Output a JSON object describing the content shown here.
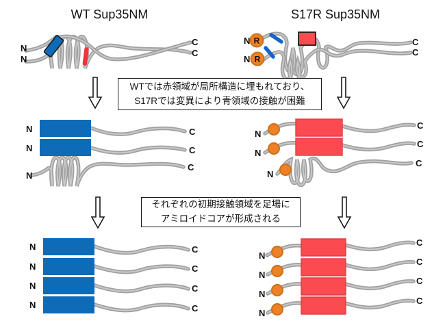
{
  "titles": {
    "left": "WT Sup35NM",
    "right": "S17R Sup35NM"
  },
  "labels": {
    "n_terminus": "N",
    "c_terminus": "C",
    "mutation": "R"
  },
  "annotations": {
    "step1": {
      "line1": "WTでは赤領域が局所構造に埋もれており、",
      "line2": "S17Rでは変異により青領域の接触が困難"
    },
    "step2": {
      "line1": "それぞれの初期接触領域を足場に",
      "line2": "アミロイドコアが形成される"
    }
  },
  "colors": {
    "blue_region": "#0e6bb8",
    "red_region": "#fb4a50",
    "red_region_border": "#e23a42",
    "red_contact": "#f0343c",
    "blue_contact": "#1565c8",
    "mutation_orange": "#ee8127",
    "mutation_orange_border": "#c9711a",
    "strand_gray": "#a0a0a0",
    "strand_highlight": "#c9c9c9",
    "outline": "#1a1a1a"
  }
}
